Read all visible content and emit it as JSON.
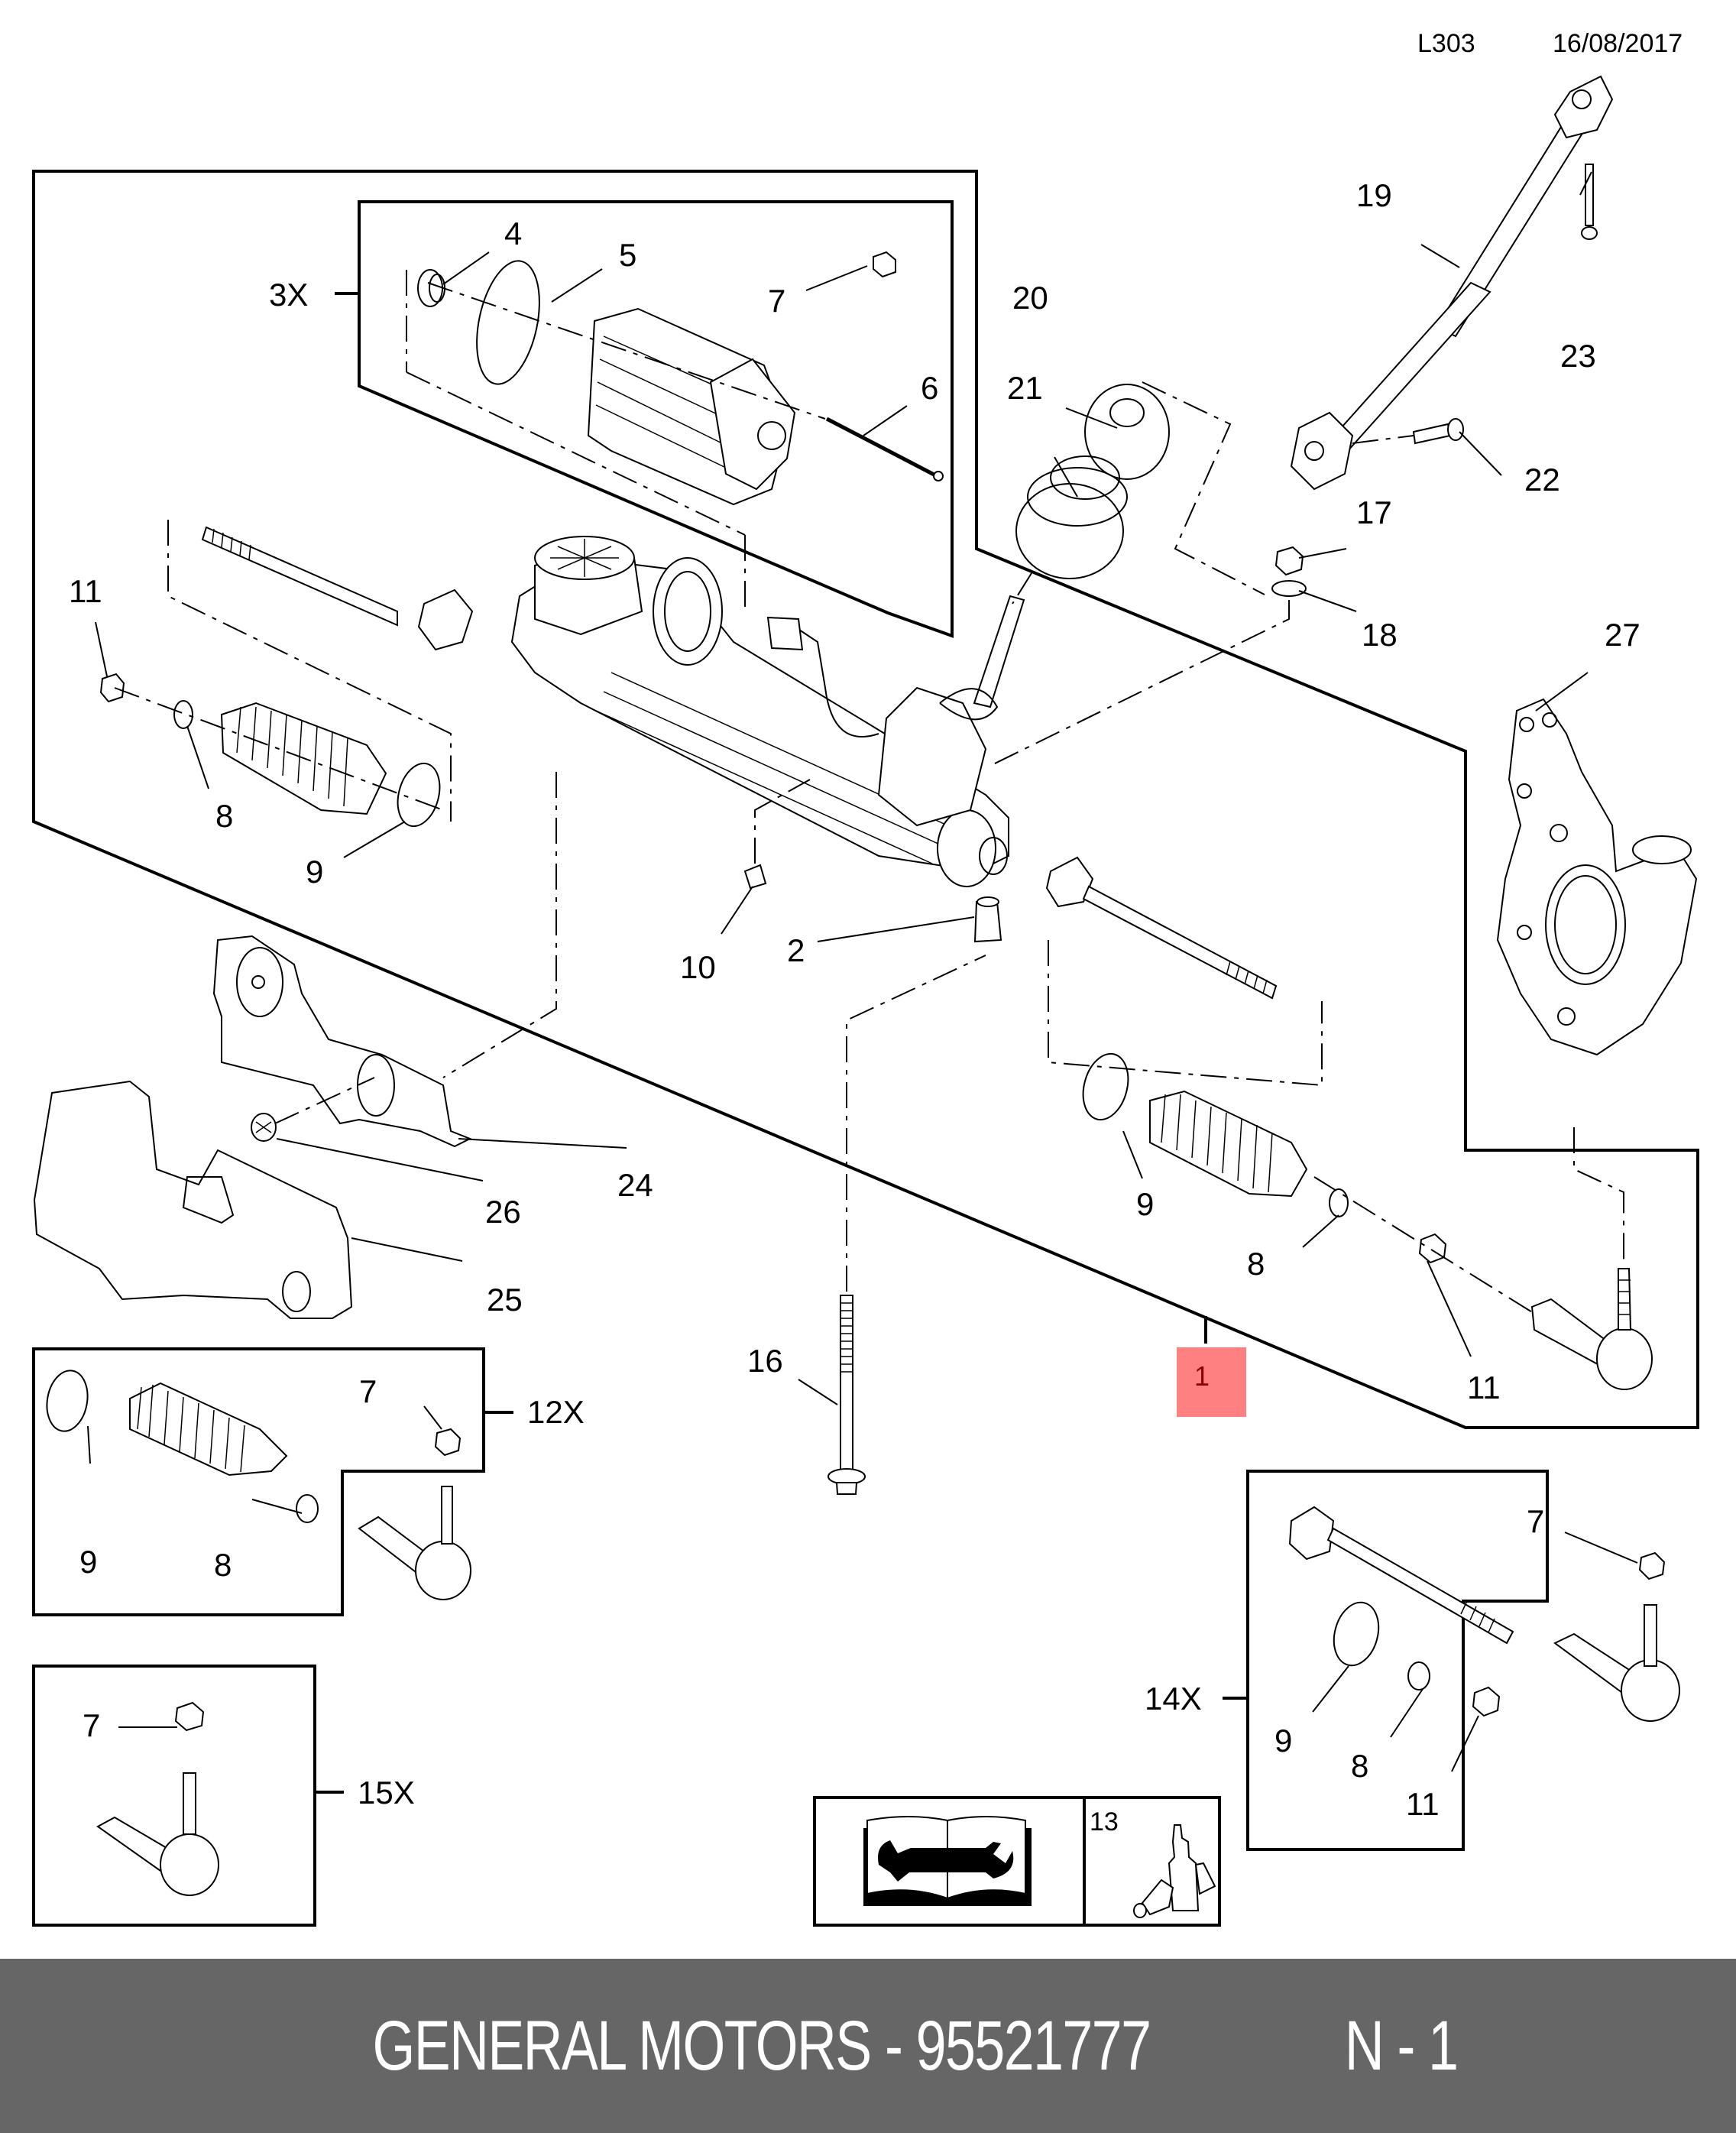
{
  "header": {
    "diagram_code": "L303",
    "date": "16/08/2017"
  },
  "footer": {
    "brand_and_part": "GENERAL MOTORS - 95521777",
    "position": "N - 1"
  },
  "highlight": {
    "part_number": "1",
    "color": "#FF8080",
    "text_color": "#8B0000"
  },
  "callouts": {
    "c1": "1",
    "c2": "2",
    "c4": "4",
    "c5": "5",
    "c6": "6",
    "c7a": "7",
    "c8a": "8",
    "c9a": "9",
    "c10": "10",
    "c11a": "11",
    "c16": "16",
    "c17": "17",
    "c18": "18",
    "c19": "19",
    "c20": "20",
    "c21": "21",
    "c22": "22",
    "c23": "23",
    "c24": "24",
    "c25": "25",
    "c26": "26",
    "c27": "27",
    "c9b": "9",
    "c8b": "8",
    "c11b": "11",
    "c7b": "7",
    "c9c": "9",
    "c8c": "8",
    "c7c": "7",
    "c7d": "7",
    "c9d": "9",
    "c8d": "8",
    "c11d": "11",
    "c13": "13"
  },
  "kits": {
    "k3x": "3X",
    "k12x": "12X",
    "k14x": "14X",
    "k15x": "15X"
  },
  "symbols": {
    "manual": "service-manual-wrench-icon",
    "adhesive": "threadlocker-bottle-icon"
  }
}
